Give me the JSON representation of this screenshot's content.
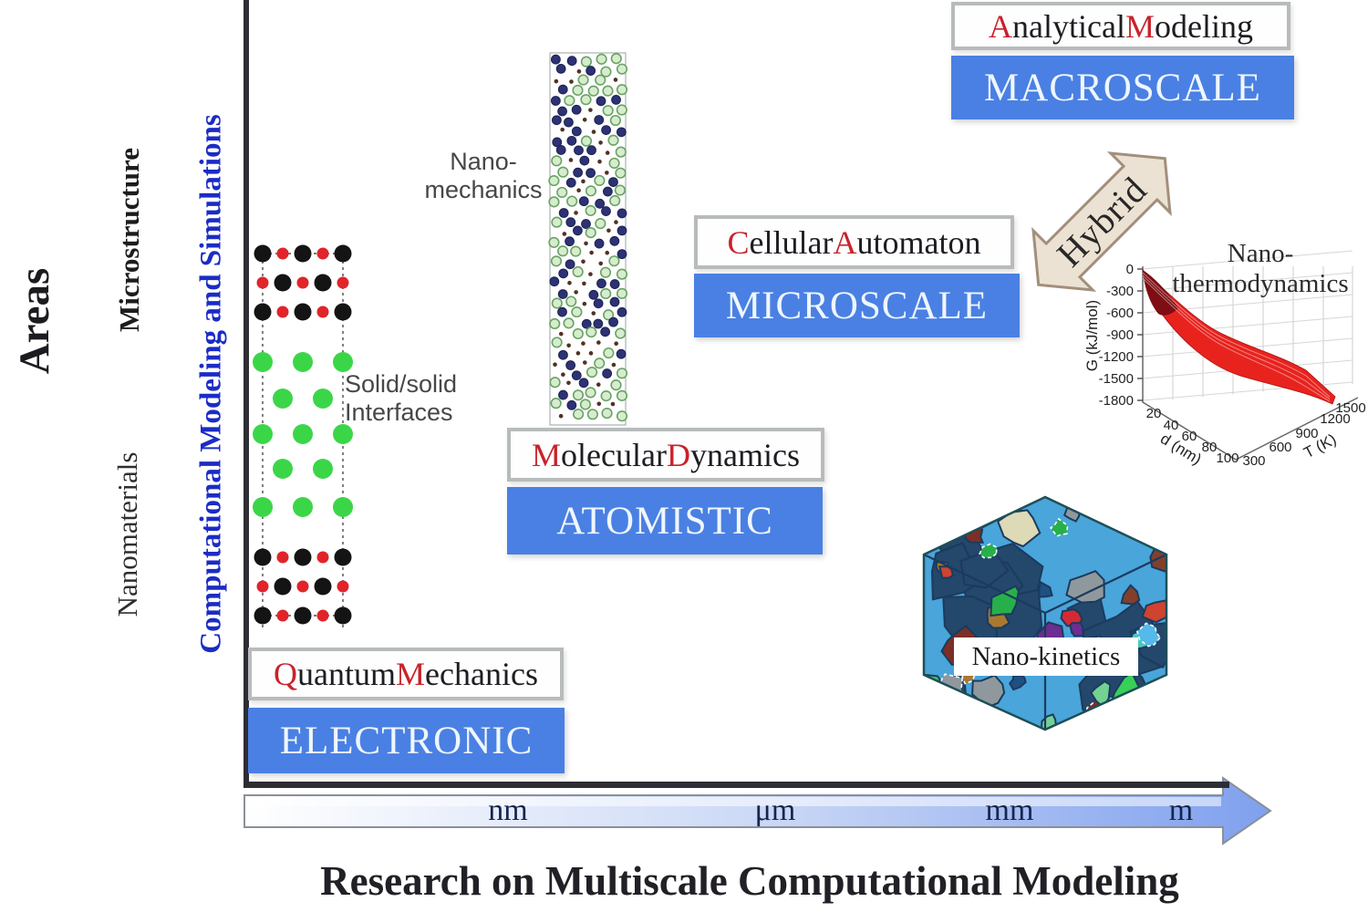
{
  "figure": {
    "title": "Research on Multiscale Computational Modeling"
  },
  "left_panel": {
    "areas": "Areas",
    "microstructure": "Microstructure",
    "nanomaterials": "Nanomaterials",
    "modeling_axis": "Computational Modeling and Simulations"
  },
  "scale_axis": {
    "ticks": [
      "nm",
      "μm",
      "mm",
      "m"
    ]
  },
  "methods": [
    {
      "id": "quantum-mechanics",
      "a": "Q",
      "b": "uantum ",
      "c": "M",
      "d": "echanics",
      "scale": "ELECTRONIC"
    },
    {
      "id": "molecular-dynamics",
      "a": "M",
      "b": "olecular ",
      "c": "D",
      "d": "ynamics",
      "scale": "ATOMISTIC"
    },
    {
      "id": "cellular-automaton",
      "a": "C",
      "b": "ellular ",
      "c": "A",
      "d": "utomaton",
      "scale": "MICROSCALE"
    },
    {
      "id": "analytical-modeling",
      "a": "A",
      "b": "nalytical ",
      "c": "M",
      "d": "odeling",
      "scale": "MACROSCALE"
    }
  ],
  "annotations": {
    "nano_mechanics": {
      "line1": "Nano-",
      "line2": "mechanics"
    },
    "solid_interfaces": {
      "line1": "Solid/solid",
      "line2": "Interfaces"
    },
    "hybrid": "Hybrid",
    "nano_kinetics": "Nano-kinetics"
  },
  "colors": {
    "scale_box_blue": "#4a80e3",
    "initial_letter_red": "#c8232b",
    "modeling_axis_blue": "#1b2cc5",
    "surface_red": "#e8231e",
    "lattice_green": "#3bd648",
    "lattice_red": "#e0242a",
    "lattice_black": "#141414"
  },
  "chart_data": {
    "type": "surface3d",
    "title_lines": [
      "Nano-",
      "thermodynamics"
    ],
    "z_axis": {
      "label": "G (kJ/mol)",
      "ticks": [
        "0",
        "-300",
        "-600",
        "-900",
        "-1200",
        "-1500",
        "-1800"
      ],
      "range": [
        0,
        -1800
      ]
    },
    "x_axis": {
      "label": "d (nm)",
      "ticks": [
        "20",
        "40",
        "60",
        "80",
        "100"
      ],
      "range": [
        20,
        100
      ]
    },
    "y_axis": {
      "label": "T (K)",
      "ticks": [
        "300",
        "600",
        "900",
        "1200",
        "1500"
      ],
      "range": [
        300,
        1500
      ]
    },
    "surface_points": [
      {
        "d_nm": 20,
        "T_K": 300,
        "G_kJ_mol": 0
      },
      {
        "d_nm": 60,
        "T_K": 900,
        "G_kJ_mol": -900
      },
      {
        "d_nm": 100,
        "T_K": 1500,
        "G_kJ_mol": -1800
      }
    ],
    "grid": true,
    "legend": "none"
  }
}
